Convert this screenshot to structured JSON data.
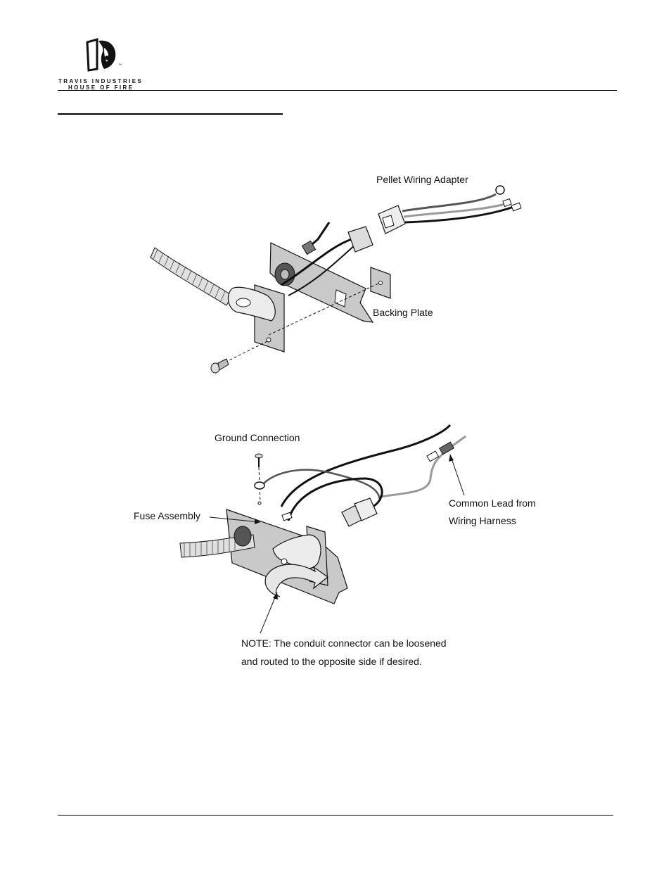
{
  "header": {
    "company_line1": "TRAVIS INDUSTRIES",
    "company_line2": "HOUSE OF FIRE",
    "trademark": "™"
  },
  "figure_top": {
    "labels": {
      "adapter": "Pellet Wiring Adapter",
      "backing": "Backing Plate"
    }
  },
  "figure_bottom": {
    "labels": {
      "ground": "Ground Connection",
      "fuse": "Fuse Assembly",
      "common_line1": "Common Lead from",
      "common_line2": "Wiring Harness",
      "note_line1": "NOTE:  The conduit connector can be loosened",
      "note_line2": "and routed to the opposite side if desired."
    }
  },
  "colors": {
    "ink": "#111111",
    "plate": "#c9c9c9",
    "wire_gray": "#9a9a9a"
  }
}
